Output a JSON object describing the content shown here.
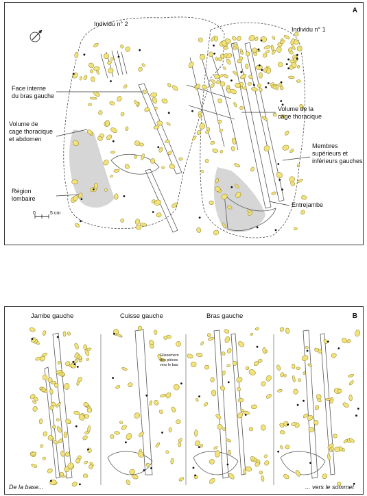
{
  "panel_a": {
    "letter": "A",
    "individu_2": "Individu n° 2",
    "individu_1": "Individu n° 1",
    "label_face_interne": "Face interne\ndu bras gauche",
    "label_volume_cage_abdomen": "Volume de\ncage thoracique\net abdomen",
    "label_region_lombaire": "Région\nlombaire",
    "label_volume_cage": "Volume de la\ncage thoracique",
    "label_membres": "Membres\nsupérieurs et\ninférieurs gauches",
    "label_entrejambe": "Entrejambe",
    "scale_0": "0",
    "scale_5": "5 cm"
  },
  "panel_b": {
    "letter": "B",
    "stages": [
      "Jambe gauche",
      "Cuisse gauche",
      "Bras gauche"
    ],
    "note_glissement": "Glissement\ndes pièces\nvers le bas",
    "caption_left": "De la base...",
    "caption_right": "... vers le sommet"
  },
  "colors": {
    "piece_fill": "#f2e27a",
    "piece_stroke": "#8a7a20",
    "shade": "#d6d6d6",
    "bone_stroke": "#555555"
  }
}
